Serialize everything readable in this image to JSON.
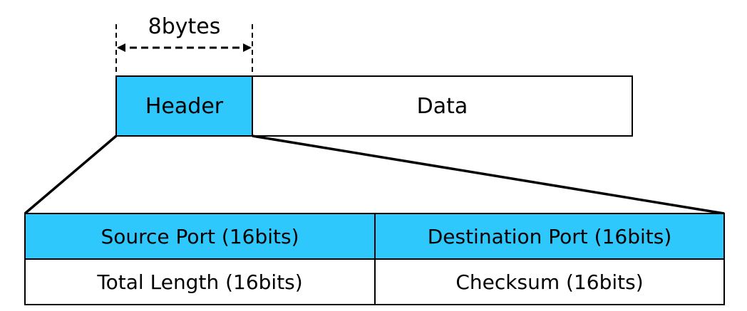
{
  "width_label": "8bytes",
  "packet": {
    "header_label": "Header",
    "data_label": "Data"
  },
  "header_fields": {
    "source_port": "Source Port (16bits)",
    "destination_port": "Destination Port (16bits)",
    "total_length": "Total Length (16bits)",
    "checksum": "Checksum (16bits)"
  },
  "colors": {
    "header_fill": "#2EC8FC",
    "line": "#000000",
    "background": "#FFFFFF"
  }
}
